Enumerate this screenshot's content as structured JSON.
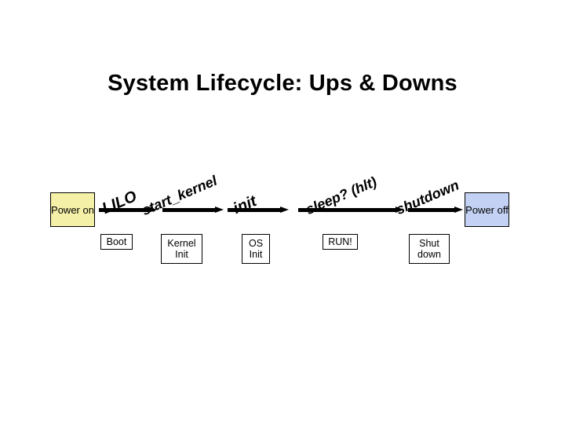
{
  "slide": {
    "title": "System Lifecycle: Ups & Downs",
    "background": "#ffffff"
  },
  "endpoints": [
    {
      "name": "power-on",
      "label": "Power on",
      "color": "#f5f0a8"
    },
    {
      "name": "power-off",
      "label": "Power off",
      "color": "#c3d2f4"
    }
  ],
  "stages": [
    {
      "name": "boot",
      "label": "Boot"
    },
    {
      "name": "kernel-init",
      "label": "Kernel Init"
    },
    {
      "name": "os-init",
      "label": "OS Init"
    },
    {
      "name": "run",
      "label": "RUN!"
    },
    {
      "name": "shut-down",
      "label": "Shut down"
    }
  ],
  "transitions": [
    {
      "name": "lilo",
      "label": "LILO"
    },
    {
      "name": "start-kernel",
      "label": "start_kernel"
    },
    {
      "name": "init",
      "label": "init"
    },
    {
      "name": "sleep-hlt",
      "label": "sleep? (hlt)"
    },
    {
      "name": "shutdown",
      "label": "shutdown"
    }
  ]
}
